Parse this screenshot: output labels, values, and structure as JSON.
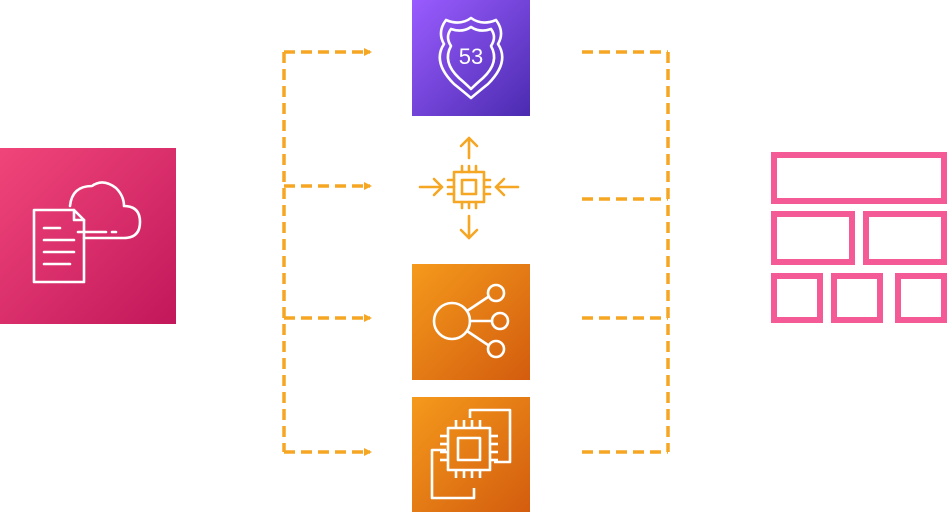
{
  "diagram": {
    "route53_label": "53",
    "colors": {
      "source_tile": "#e03a74",
      "route53_tile": "#6f3fd8",
      "compute_tiles": "#e9770f",
      "connector": "#f5a623",
      "autoscaling_icon": "#f5a623",
      "target_icon": "#f45b96"
    },
    "nodes": [
      {
        "id": "source",
        "icon": "document-cloud-icon"
      },
      {
        "id": "route53",
        "icon": "route53-shield-icon"
      },
      {
        "id": "autoscaling",
        "icon": "auto-scaling-chip-icon"
      },
      {
        "id": "elb",
        "icon": "load-balancer-icon"
      },
      {
        "id": "ec2",
        "icon": "ec2-instances-icon"
      },
      {
        "id": "target",
        "icon": "grid-layout-icon"
      }
    ]
  }
}
